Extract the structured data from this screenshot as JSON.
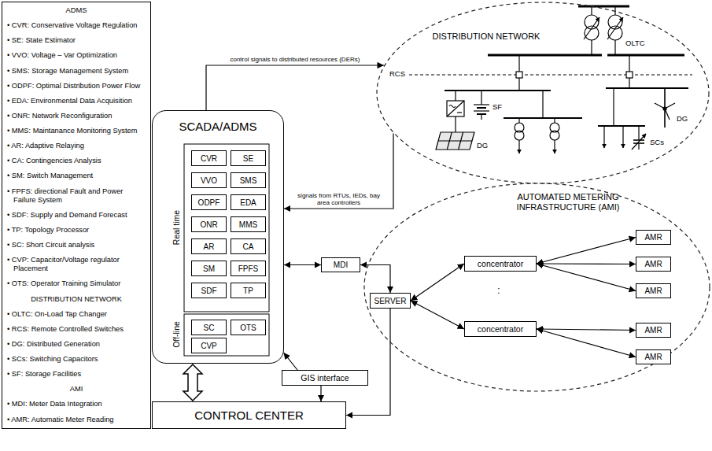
{
  "diagram": {
    "nodes": [
      {
        "text": [
          "ADMS",
          "• CVR: Conservative Voltage Regulation",
          "• SE: State Estimator",
          "• VVO: Voltage – Var Optimization",
          "• SMS: Storage Management System",
          "• ODPF: Optimal Distribution Power Flow",
          "• EDA: Environmental Data Acquisition",
          "• ONR: Network Reconfiguration",
          "• MMS: Maintanance Monitoring System",
          "• AR: Adaptive Relaying",
          "• CA: Contingencies Analysis",
          "• SM: Switch Management",
          "• FPFS: directional Fault and Power Failure System",
          "• SDF: Supply and Demand Forecast",
          "• TP: Topology Processor",
          "• SC: Short Circuit analysis",
          "• CVP: Capacitor/Voltage regulator Placement",
          "• OTS: Operator Training Simulator",
          "DISTRIBUTION NETWORK",
          "• OLTC: On-Load Tap Changer",
          "• RCS: Remote Controlled Switches",
          "• DG: Distributed Generation",
          "• SCs: Switching Capacitors",
          "• SF: Storage Facilities",
          "AMI",
          "• MDI: Meter Data Integration",
          "• AMR: Automatic Meter Reading"
        ]
      },
      {
        "text": [
          "SCADA/ADMS"
        ]
      },
      {
        "text": [
          "CVR"
        ],
        "in": 1
      },
      {
        "text": [
          "SE"
        ],
        "in": 1
      },
      {
        "text": [
          "VVO"
        ],
        "in": 1
      },
      {
        "text": [
          "SMS"
        ],
        "in": 1
      },
      {
        "text": [
          "ODPF"
        ],
        "in": 1
      },
      {
        "text": [
          "EDA"
        ],
        "in": 1
      },
      {
        "text": [
          "ONR"
        ],
        "in": 1
      },
      {
        "text": [
          "MMS"
        ],
        "in": 1
      },
      {
        "text": [
          "AR"
        ],
        "in": 1
      },
      {
        "text": [
          "CA"
        ],
        "in": 1
      },
      {
        "text": [
          "SM"
        ],
        "in": 1
      },
      {
        "text": [
          "FPFS"
        ],
        "in": 1
      },
      {
        "text": [
          "SDF"
        ],
        "in": 1
      },
      {
        "text": [
          "TP"
        ],
        "in": 1
      },
      {
        "text": [
          "SC"
        ],
        "in": 1
      },
      {
        "text": [
          "OTS"
        ],
        "in": 1
      },
      {
        "text": [
          "CVP"
        ],
        "in": 1
      },
      {
        "text": [
          "DISTRIBUTION NETWORK"
        ]
      },
      {
        "text": [
          "MDI"
        ]
      },
      {
        "text": [
          "AUTOMATED METERING INFRASTRUCTURE (AMI)"
        ]
      },
      {
        "text": [
          "SERVER"
        ],
        "in": 21
      },
      {
        "text": [
          "concentrator"
        ],
        "in": 21
      },
      {
        "text": [
          "concentrator"
        ],
        "in": 21
      },
      {
        "text": [
          "AMR"
        ],
        "in": 21
      },
      {
        "text": [
          "AMR"
        ],
        "in": 21
      },
      {
        "text": [
          "AMR"
        ],
        "in": 21
      },
      {
        "text": [
          "AMR"
        ],
        "in": 21
      },
      {
        "text": [
          "AMR"
        ],
        "in": 21
      },
      {
        "text": [
          "GIS interface"
        ]
      },
      {
        "text": [
          "CONTROL CENTER"
        ]
      }
    ],
    "edges": [
      {
        "from": 1,
        "to": 19,
        "arrow": "to",
        "label": "control signals to distributed resources (DERs)"
      },
      {
        "from": 19,
        "to": 1,
        "arrow": "to",
        "label": "signals from RTUs, IEDs, bay area controllers"
      },
      {
        "from": 1,
        "to": 20,
        "arrow": "both"
      },
      {
        "from": 20,
        "to": 22,
        "arrow": "both"
      },
      {
        "from": 22,
        "to": 23,
        "arrow": "both"
      },
      {
        "from": 22,
        "to": 24,
        "arrow": "both"
      },
      {
        "from": 23,
        "to": 25,
        "arrow": "both"
      },
      {
        "from": 23,
        "to": 26,
        "arrow": "both"
      },
      {
        "from": 23,
        "to": 27,
        "arrow": "both"
      },
      {
        "from": 24,
        "to": 28,
        "arrow": "both"
      },
      {
        "from": 24,
        "to": 29,
        "arrow": "both"
      },
      {
        "from": 22,
        "to": 31,
        "arrow": "to"
      },
      {
        "from": 30,
        "to": 1,
        "arrow": "to"
      },
      {
        "from": 30,
        "to": 31,
        "arrow": "to"
      },
      {
        "from": 1,
        "to": 31,
        "arrow": "both"
      }
    ],
    "labels": [
      "Real time",
      "Off-line",
      "OLTC",
      "RCS",
      "SF",
      "DG",
      "DG",
      "SCs",
      ":"
    ]
  }
}
